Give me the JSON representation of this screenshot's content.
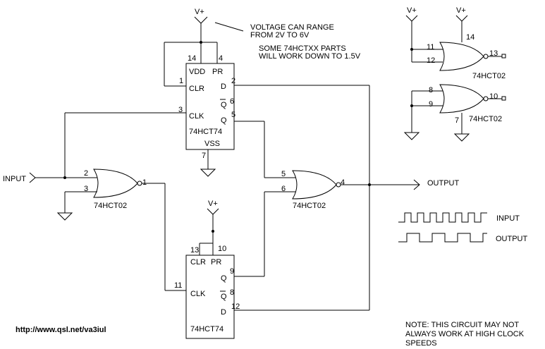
{
  "notes": {
    "voltage_1": "VOLTAGE CAN RANGE",
    "voltage_2": "FROM 2V TO 6V",
    "parts_1": "SOME 74HCTXX PARTS",
    "parts_2": "WILL WORK DOWN TO 1.5V",
    "bottom_1": "NOTE: THIS CIRCUIT MAY NOT",
    "bottom_2": "ALWAYS WORK AT HIGH CLOCK",
    "bottom_3": "SPEEDS",
    "url": "http://www.qsl.net/va3iul"
  },
  "supply": {
    "vplus": "V+"
  },
  "io": {
    "input": "INPUT",
    "output": "OUTPUT"
  },
  "waveforms": {
    "input_label": "INPUT",
    "output_label": "OUTPUT"
  },
  "ff1": {
    "part": "74HCT74",
    "pins": {
      "vdd": "VDD",
      "pr": "PR",
      "clr": "CLR",
      "d": "D",
      "qbar": "Q",
      "clk": "CLK",
      "q": "Q",
      "vss": "VSS"
    },
    "nums": {
      "p14": "14",
      "p4": "4",
      "p1": "1",
      "p2": "2",
      "p6": "6",
      "p3": "3",
      "p5": "5",
      "p7": "7"
    }
  },
  "ff2": {
    "part": "74HCT74",
    "pins": {
      "clr": "CLR",
      "pr": "PR",
      "q": "Q",
      "clk": "CLK",
      "qbar": "Q",
      "d": "D"
    },
    "nums": {
      "p13": "13",
      "p10": "10",
      "p9": "9",
      "p11": "11",
      "p8": "8",
      "p12": "12"
    }
  },
  "gate_in": {
    "part": "74HCT02",
    "nums": {
      "a": "2",
      "b": "3",
      "out": "1"
    }
  },
  "gate_mid": {
    "part": "74HCT02",
    "nums": {
      "a": "5",
      "b": "6",
      "out": "4"
    }
  },
  "gate_ur1": {
    "part": "74HCT02",
    "nums": {
      "vcc": "14",
      "a": "11",
      "b": "12",
      "out": "13"
    }
  },
  "gate_ur2": {
    "part": "74HCT02",
    "nums": {
      "a": "8",
      "b": "9",
      "out": "10",
      "gnd": "7"
    }
  }
}
